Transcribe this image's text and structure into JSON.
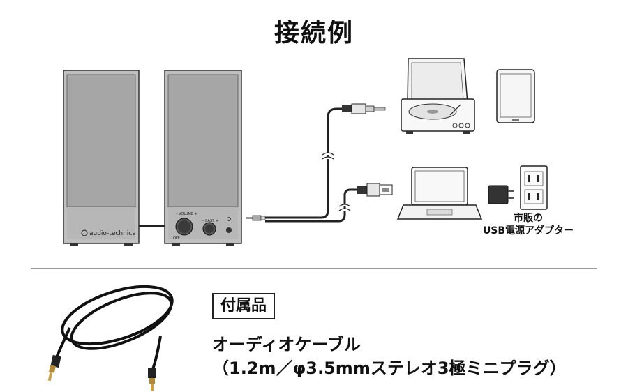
{
  "title": "接続例",
  "speakers": {
    "brand": "audio-technica",
    "volume_label": "– VOLUME +",
    "bass_label": "– BASS +",
    "off_label": "OFF"
  },
  "adapter_caption": [
    "市販の",
    "USB電源アダプター"
  ],
  "accessory": {
    "section_label": "付属品",
    "name": "オーディオケーブル",
    "spec": "（1.2m／φ3.5mmステレオ3極ミニプラグ）"
  }
}
